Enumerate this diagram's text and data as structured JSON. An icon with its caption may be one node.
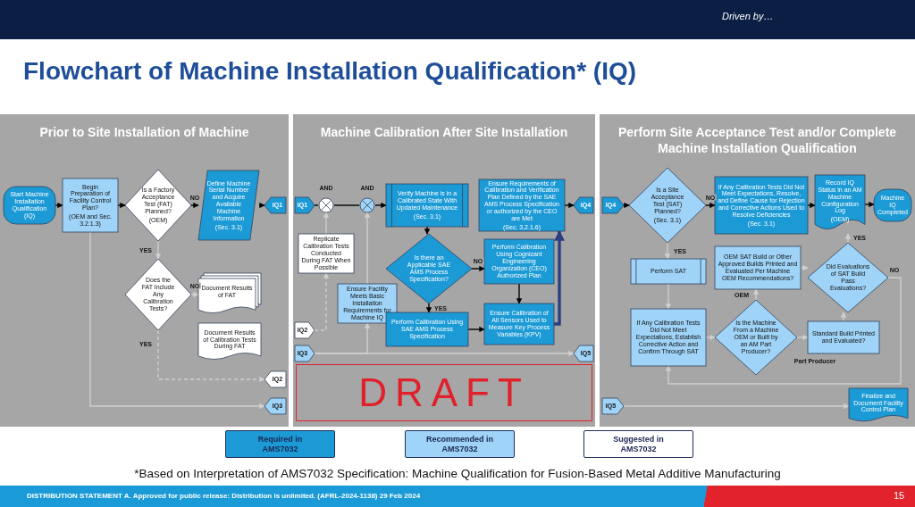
{
  "diagram": {
    "title": "Flowchart of Machine Installation Qualification* (IQ)",
    "caption": "*Based on Interpretation of AMS7032 Specification: Machine Qualification for Fusion-Based Metal Additive Manufacturing",
    "nodes": [
      {
        "text": [
          "Prior to Site Installation of Machine"
        ]
      },
      {
        "text": [
          "Start Machine Installation Qualification (IQ)"
        ],
        "in": 0
      },
      {
        "text": [
          "Begin Preparation of Facility Control Plan?",
          "(OEM and Sec. 3.2.1.3)"
        ],
        "in": 0
      },
      {
        "text": [
          "Is a Factory Acceptance Test (FAT) Planned?",
          "(OEM)"
        ],
        "in": 0
      },
      {
        "text": [
          "Define Machine Serial Number and Acquire Available Machine Information",
          "(Sec. 3.1)"
        ],
        "in": 0
      },
      {
        "text": [
          "IQ1"
        ],
        "in": 0
      },
      {
        "text": [
          "Does the FAT Include Any Calibration Tests?"
        ],
        "in": 0
      },
      {
        "text": [
          "Document Results of FAT"
        ],
        "in": 0
      },
      {
        "text": [
          "Document Results of Calibration Tests During FAT"
        ],
        "in": 0
      },
      {
        "text": [
          "IQ2"
        ],
        "in": 0
      },
      {
        "text": [
          "IQ3"
        ],
        "in": 0
      },
      {
        "text": [
          "Machine Calibration After Site Installation"
        ]
      },
      {
        "text": [
          "IQ1"
        ],
        "in": 11
      },
      {
        "text": [
          "AND"
        ],
        "in": 11
      },
      {
        "text": [
          "AND"
        ],
        "in": 11
      },
      {
        "text": [
          "Verify Machine is in a Calibrated State With Updated Maintenance",
          "(Sec. 3.1)"
        ],
        "in": 11
      },
      {
        "text": [
          "Replicate Calibration Tests Conducted During FAT When Possible"
        ],
        "in": 11
      },
      {
        "text": [
          "IQ2"
        ],
        "in": 11
      },
      {
        "text": [
          "Ensure Facility Meets Basic Installation Requirements for Machine IQ"
        ],
        "in": 11
      },
      {
        "text": [
          "IQ3"
        ],
        "in": 11
      },
      {
        "text": [
          "Is there an Applicable SAE AMS Process Specification?"
        ],
        "in": 11
      },
      {
        "text": [
          "Perform Calibration Using SAE AMS Process Specification"
        ],
        "in": 11
      },
      {
        "text": [
          "Perform Calibration Using Cognizant Engineering Organization (CEO) Authorized Plan"
        ],
        "in": 11
      },
      {
        "text": [
          "Ensure Calibration of All Sensors Used to Measure Key Process Variables (KPV)"
        ],
        "in": 11
      },
      {
        "text": [
          "Ensure Requirements of Calibration and Verification Plan Defined by the SAE AMS Process Specification or authorized by the CEO are Met",
          "(Sec. 3.2.1.6)"
        ],
        "in": 11
      },
      {
        "text": [
          "IQ4"
        ],
        "in": 11
      },
      {
        "text": [
          "IQ5"
        ],
        "in": 11
      },
      {
        "text": [
          "Perform Site Acceptance Test and/or Complete Machine Installation Qualification"
        ]
      },
      {
        "text": [
          "IQ4"
        ],
        "in": 27
      },
      {
        "text": [
          "Is a Site Acceptance Test (SAT) Planned?",
          "(Sec. 3.1)"
        ],
        "in": 27
      },
      {
        "text": [
          "If Any Calibration Tests Did Not Meet Expectations, Resolve, and Define Cause for Rejection and Corrective Actions Used to Resolve Deficiencies",
          "(Sec. 3.1)"
        ],
        "in": 27
      },
      {
        "text": [
          "Record IQ Status in an AM Machine Configuration Log",
          "(OEM)"
        ],
        "in": 27
      },
      {
        "text": [
          "Machine IQ Completed"
        ],
        "in": 27
      },
      {
        "text": [
          "Perform SAT"
        ],
        "in": 27
      },
      {
        "text": [
          "OEM SAT Build or Other Approved Builds Printed and Evaluated Per Machine OEM Recommendations?"
        ],
        "in": 27
      },
      {
        "text": [
          "Did Evaluations of SAT Build Pass Evaluations?"
        ],
        "in": 27
      },
      {
        "text": [
          "If Any Calibration Tests Did Not Meet Expectations, Establish Corrective Action and Confirm Through SAT"
        ],
        "in": 27
      },
      {
        "text": [
          "Is the Machine From a Machine OEM or Built by an AM Part Producer?"
        ],
        "in": 27
      },
      {
        "text": [
          "Standard Build Printed and Evaluated?"
        ],
        "in": 27
      },
      {
        "text": [
          "IQ5"
        ],
        "in": 27
      },
      {
        "text": [
          "Finalize and Document Facility Control Plan"
        ],
        "in": 27
      }
    ],
    "edges": [
      {
        "from": 1,
        "to": 2,
        "arrow": "to",
        "color": "#000000"
      },
      {
        "from": 2,
        "to": 3,
        "arrow": "to",
        "color": "#000000"
      },
      {
        "from": 3,
        "to": 4,
        "arrow": "to",
        "label": "NO",
        "color": "#000000"
      },
      {
        "from": 4,
        "to": 5,
        "arrow": "to",
        "color": "#000000"
      },
      {
        "from": 3,
        "to": 6,
        "arrow": "to",
        "label": "YES"
      },
      {
        "from": 6,
        "to": 7,
        "arrow": "to",
        "label": "NO",
        "style": "dashed"
      },
      {
        "from": 6,
        "to": 9,
        "arrow": "to",
        "label": "YES",
        "style": "dashed"
      },
      {
        "from": 2,
        "to": 10,
        "arrow": "to"
      },
      {
        "from": 12,
        "to": 13,
        "arrow": "none",
        "color": "#000000"
      },
      {
        "from": 13,
        "to": 14,
        "arrow": "none",
        "color": "#000000"
      },
      {
        "from": 14,
        "to": 15,
        "arrow": "to",
        "color": "#000000"
      },
      {
        "from": 16,
        "to": 13,
        "arrow": "to"
      },
      {
        "from": 17,
        "to": 16,
        "arrow": "to",
        "style": "dashed"
      },
      {
        "from": 18,
        "to": 14,
        "arrow": "to"
      },
      {
        "from": 19,
        "to": 18,
        "arrow": "to"
      },
      {
        "from": 19,
        "to": 26,
        "arrow": "to"
      },
      {
        "from": 15,
        "to": 20,
        "arrow": "to",
        "color": "#000000"
      },
      {
        "from": 20,
        "to": 21,
        "arrow": "to",
        "label": "YES",
        "color": "#000000"
      },
      {
        "from": 20,
        "to": 22,
        "arrow": "to",
        "label": "NO",
        "color": "#000000"
      },
      {
        "from": 22,
        "to": 23,
        "arrow": "to",
        "color": "#000000"
      },
      {
        "from": 21,
        "to": 23,
        "arrow": "to",
        "color": "#000000"
      },
      {
        "from": 23,
        "to": 24,
        "arrow": "to",
        "style": "thick",
        "color": "#2b3f80"
      },
      {
        "from": 24,
        "to": 25,
        "arrow": "to",
        "color": "#000000"
      },
      {
        "from": 28,
        "to": 29,
        "arrow": "to",
        "color": "#000000"
      },
      {
        "from": 29,
        "to": 30,
        "arrow": "to",
        "label": "NO",
        "color": "#000000"
      },
      {
        "from": 30,
        "to": 31,
        "arrow": "to",
        "color": "#000000"
      },
      {
        "from": 31,
        "to": 32,
        "arrow": "to",
        "color": "#000000"
      },
      {
        "from": 29,
        "to": 33,
        "arrow": "to",
        "label": "YES"
      },
      {
        "from": 33,
        "to": 36,
        "arrow": "to"
      },
      {
        "from": 36,
        "to": 37,
        "arrow": "to"
      },
      {
        "from": 37,
        "to": 34,
        "arrow": "to",
        "label": "OEM"
      },
      {
        "from": 37,
        "to": 38,
        "arrow": "to",
        "label": "Part Producer"
      },
      {
        "from": 34,
        "to": 35,
        "arrow": "to"
      },
      {
        "from": 38,
        "to": 35,
        "arrow": "to"
      },
      {
        "from": 35,
        "to": 31,
        "arrow": "to",
        "label": "YES"
      },
      {
        "from": 35,
        "to": 36,
        "arrow": "to",
        "label": "NO"
      },
      {
        "from": 39,
        "to": 40,
        "arrow": "to"
      }
    ],
    "labels": [
      "Driven by…",
      "DRAFT",
      "DISTRIBUTION STATEMENT A. Approved for public release: Distribution is unlimited. (AFRL-2024-1138) 29 Feb 2024",
      "15"
    ],
    "legend": [
      {
        "text": "Required in AMS7032",
        "color": "#1b9ad6"
      },
      {
        "text": "Recommended in AMS7032",
        "color": "#9fd3f7"
      },
      {
        "text": "Suggested in AMS7032",
        "color": "#ffffff"
      }
    ]
  }
}
